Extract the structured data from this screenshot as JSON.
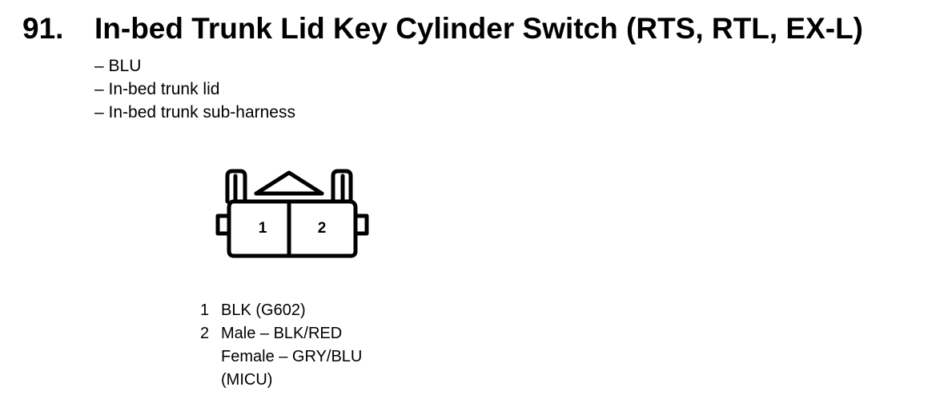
{
  "heading": {
    "number": "91.",
    "title": "In-bed Trunk Lid Key Cylinder Switch (RTS, RTL, EX-L)"
  },
  "info": [
    "– BLU",
    "– In-bed trunk lid",
    "– In-bed trunk sub-harness"
  ],
  "connector": {
    "pins": [
      "1",
      "2"
    ]
  },
  "pinout": [
    {
      "pin": "1",
      "lines": [
        "BLK (G602)"
      ]
    },
    {
      "pin": "2",
      "lines": [
        "Male – BLK/RED",
        "Female – GRY/BLU",
        "(MICU)"
      ]
    }
  ]
}
